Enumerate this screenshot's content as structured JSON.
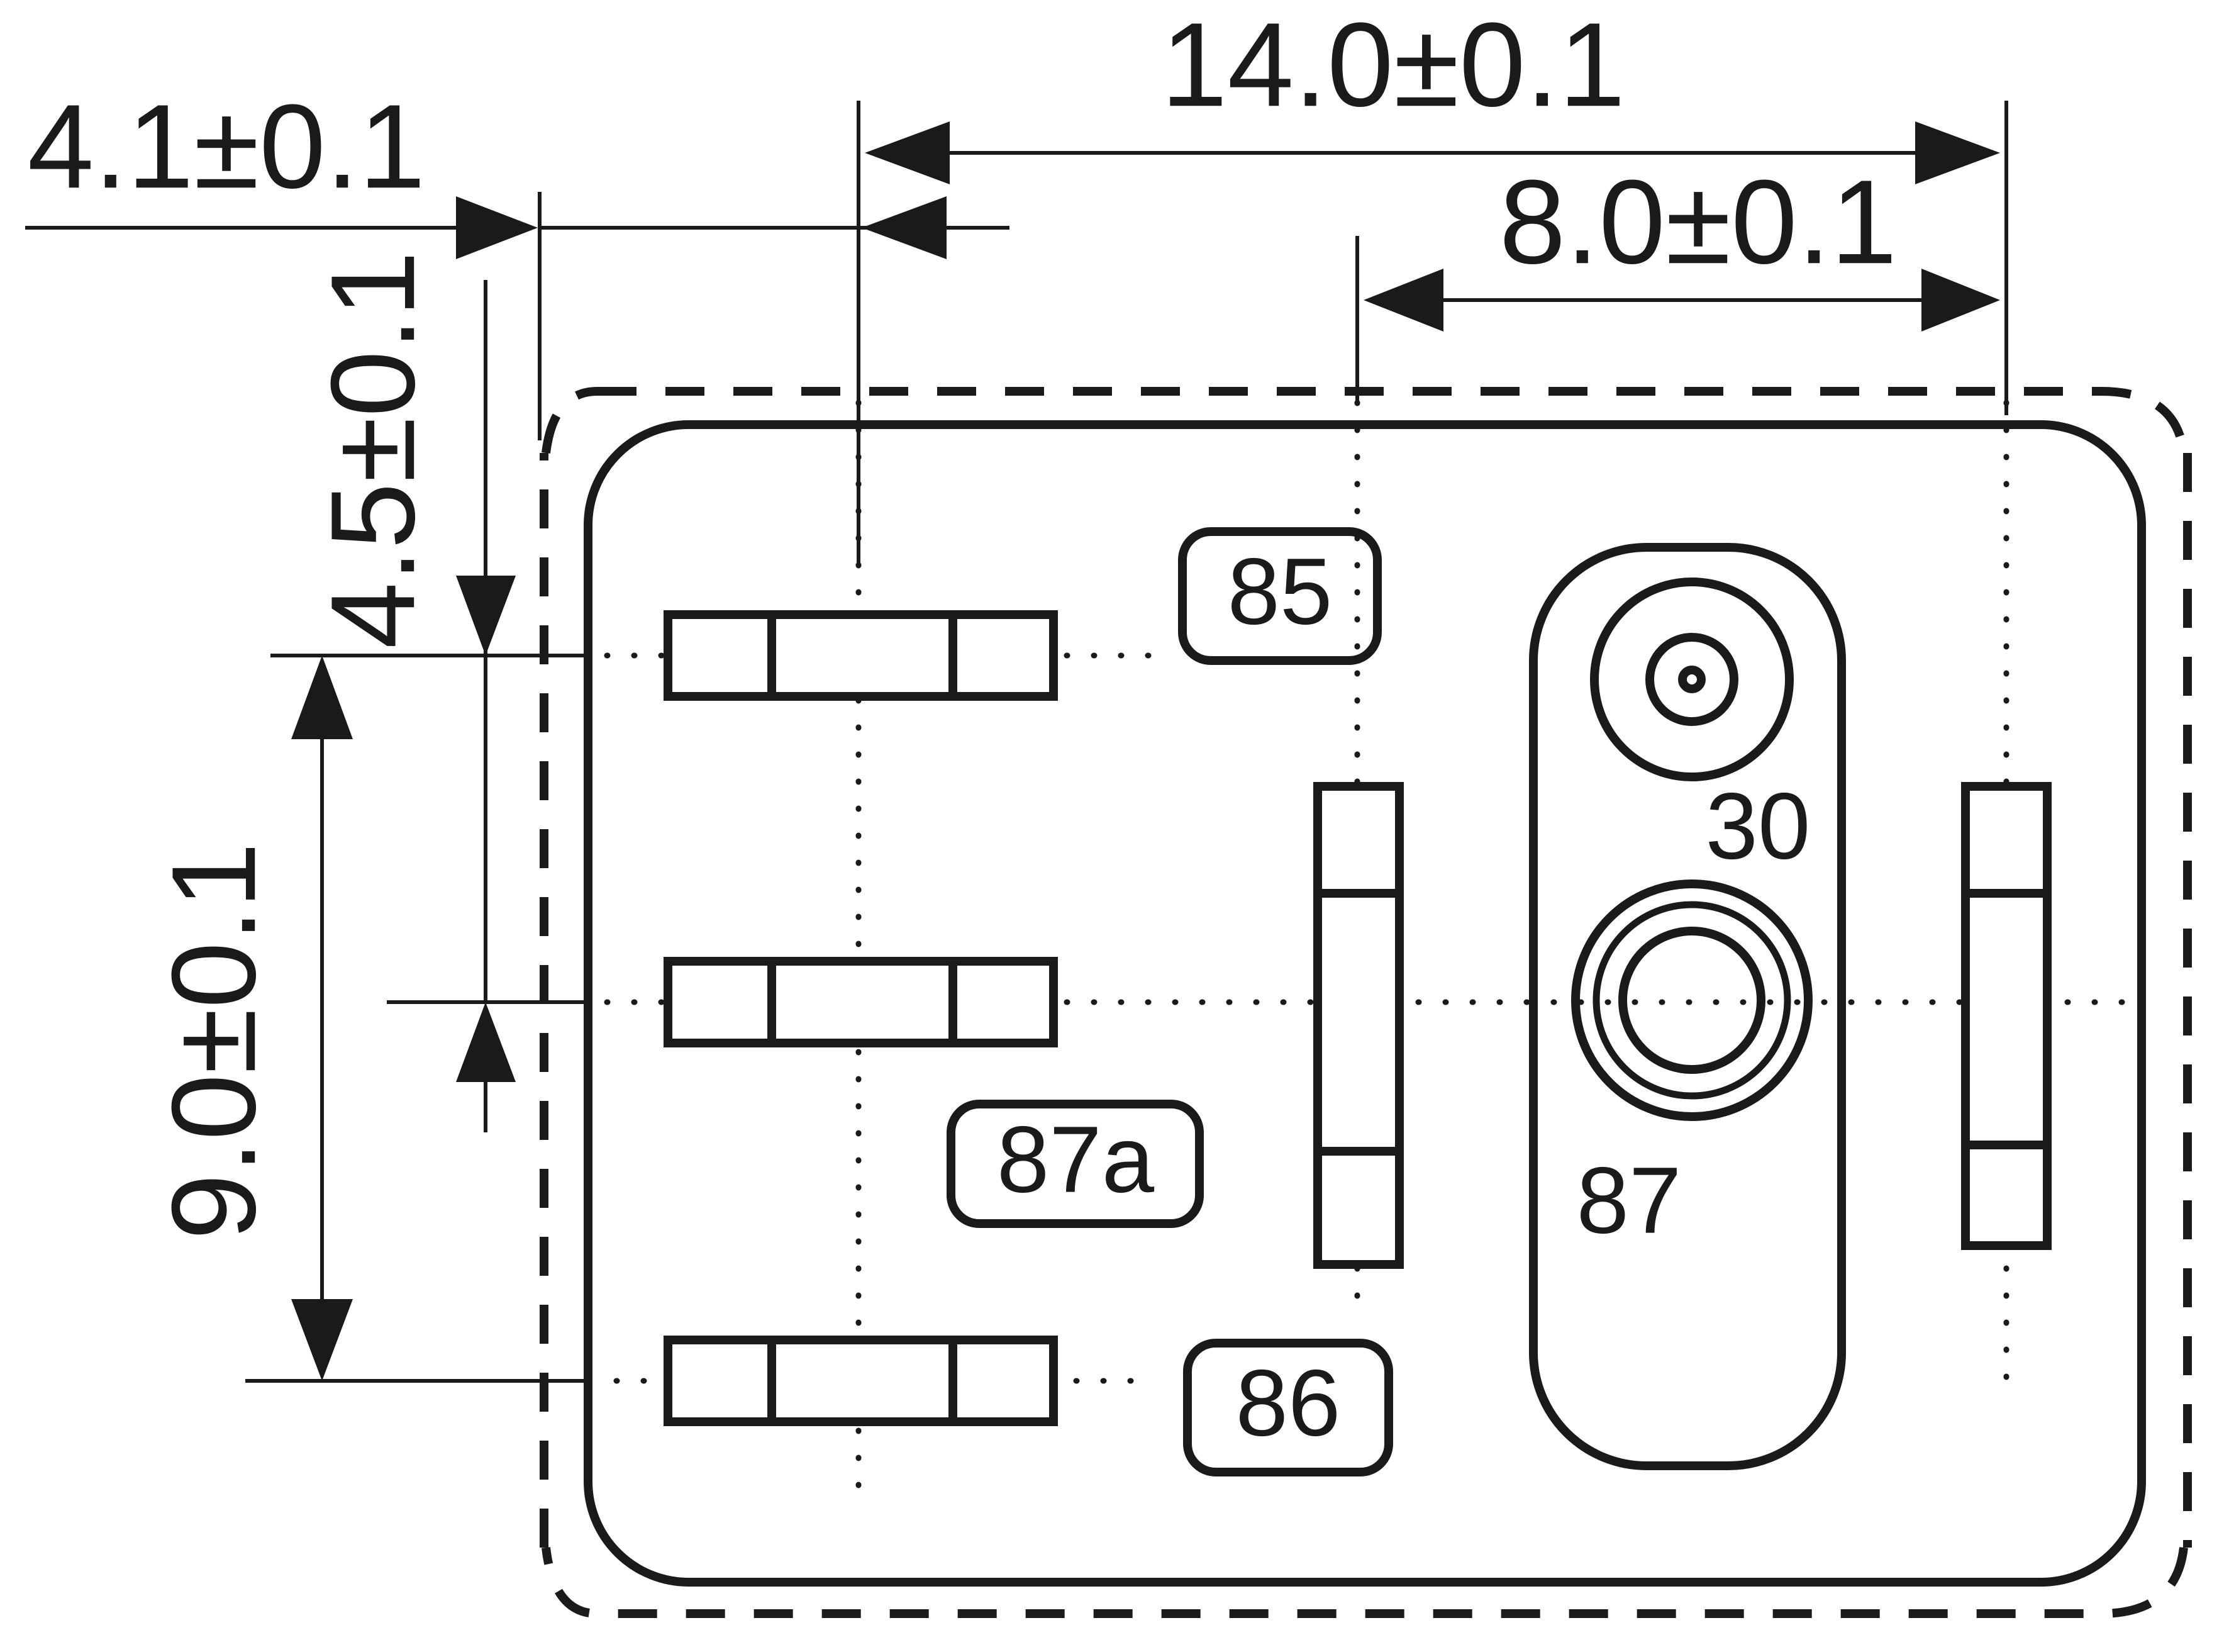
{
  "dimensions": {
    "top_span": "14.0±0.1",
    "right_span": "8.0±0.1",
    "left_offset": "4.1±0.1",
    "vertical_offset": "4.5±0.1",
    "vertical_span": "9.0±0.1"
  },
  "terminals": {
    "t85": "85",
    "t86": "86",
    "t87a": "87a",
    "t30": "30",
    "t87": "87"
  }
}
